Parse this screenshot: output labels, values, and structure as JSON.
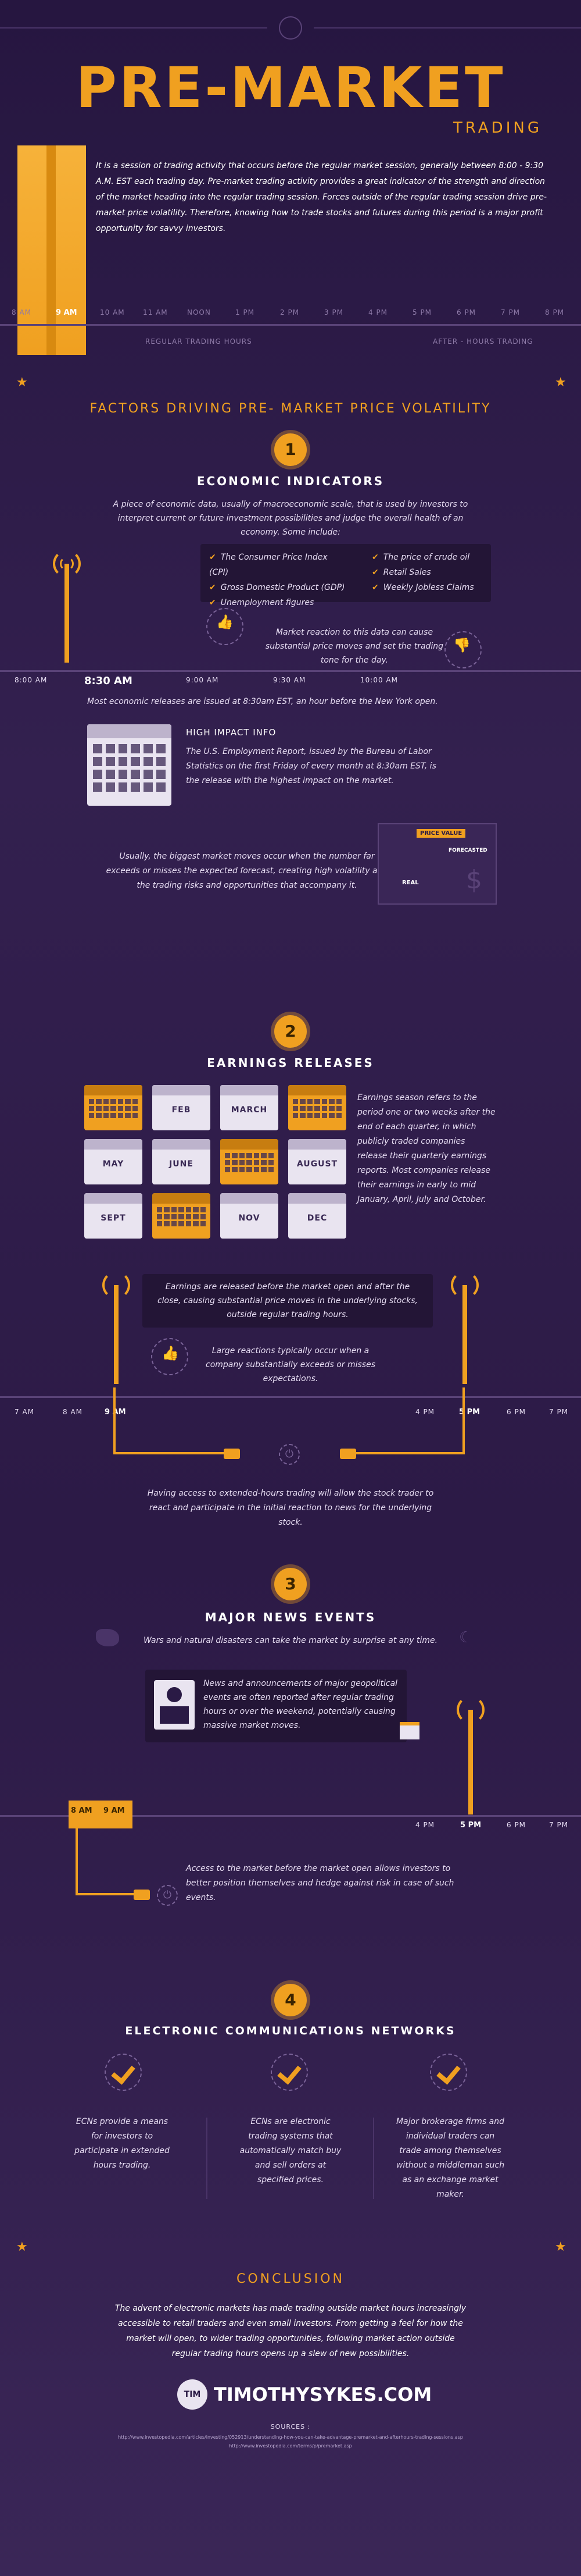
{
  "header": {
    "title": "PRE-MARKET",
    "subtitle": "TRADING",
    "intro": "It is a session of trading activity that occurs before the regular market session, generally between 8:00 - 9:30 A.M. EST each trading day. Pre-market trading activity provides a great indicator of the strength and direction of the market heading into the regular trading session. Forces outside of the regular trading session drive pre-market price volatility. Therefore, knowing how to trade stocks and futures during this period is a major profit opportunity for savvy investors.",
    "timeline_ticks": [
      "8 AM",
      "9 AM",
      "10 AM",
      "11 AM",
      "NOON",
      "1 PM",
      "2 PM",
      "3 PM",
      "4 PM",
      "5 PM",
      "6 PM",
      "7 PM",
      "8 PM"
    ],
    "regular_label": "REGULAR TRADING HOURS",
    "after_label": "AFTER - HOURS TRADING"
  },
  "factors_title": "FACTORS DRIVING PRE- MARKET PRICE VOLATILITY",
  "section1": {
    "number": "1",
    "title": "ECONOMIC INDICATORS",
    "intro": "A piece of economic data, usually of macroeconomic scale, that is used by investors to interpret current or future investment possibilities and judge the overall health of an economy. Some include:",
    "indicators_left": [
      "The Consumer Price Index (CPI)",
      "Gross Domestic Product (GDP)",
      "Unemployment figures"
    ],
    "indicators_right": [
      "The price of crude oil",
      "Retail Sales",
      "Weekly Jobless Claims"
    ],
    "reaction": "Market reaction to this data can cause substantial price moves and set the trading tone for the day.",
    "ticks": [
      "8:00 AM",
      "8:30 AM",
      "9:00 AM",
      "9:30 AM",
      "10:00 AM"
    ],
    "release_note": "Most economic releases are issued at 8:30am EST, an hour before the New York open.",
    "high_impact_title": "HIGH IMPACT INFO",
    "high_impact_text": "The U.S. Employment Report, issued by the Bureau of Labor Statistics on the first Friday of every month at 8:30am EST, is the release with the highest impact on the market.",
    "biggest_moves": "Usually, the biggest market moves occur when the number far exceeds or misses the expected forecast, creating high volatility and the trading risks and opportunities that accompany it.",
    "price_card": {
      "price_value": "PRICE VALUE",
      "forecasted": "FORECASTED",
      "real": "REAL"
    }
  },
  "section2": {
    "number": "2",
    "title": "EARNINGS RELEASES",
    "months_row1": [
      "",
      "FEB",
      "MARCH",
      ""
    ],
    "months_row2": [
      "MAY",
      "JUNE",
      "",
      "AUGUST"
    ],
    "months_row3": [
      "SEPT",
      "",
      "NOV",
      "DEC"
    ],
    "description": "Earnings season refers to the period one or two weeks after the end of each quarter, in which publicly traded companies release their quarterly earnings reports. Most companies release their earnings in early to mid January, April, July and October.",
    "box_text": "Earnings are released before the market open and after the close, causing substantial price moves in the underlying stocks, outside regular trading hours.",
    "reaction": "Large reactions typically occur when a company substantially exceeds or misses expectations.",
    "ticks": [
      "7 AM",
      "8 AM",
      "9 AM",
      "4 PM",
      "5 PM",
      "6 PM",
      "7 PM"
    ],
    "access": "Having access to extended-hours trading will allow the stock trader to react and participate in the initial reaction to news for the underlying stock."
  },
  "section3": {
    "number": "3",
    "title": "MAJOR NEWS EVENTS",
    "intro": "Wars and natural disasters can take the market by surprise at any time.",
    "news_text": "News and announcements of major geopolitical events are often reported after regular trading hours or over the weekend, potentially causing massive market moves.",
    "ticks": [
      "8 AM",
      "9 AM",
      "4 PM",
      "5 PM",
      "6 PM",
      "7 PM"
    ],
    "access": "Access to the market before the market open allows investors to better position themselves and hedge against risk in case of such events."
  },
  "section4": {
    "number": "4",
    "title": "ELECTRONIC COMMUNICATIONS NETWORKS",
    "col1": "ECNs provide a means for investors to participate in extended hours trading.",
    "col2": "ECNs are electronic trading systems that automatically match buy and sell orders at specified prices.",
    "col3": "Major brokerage firms and individual traders can trade among themselves without a middleman such as an exchange market maker."
  },
  "conclusion": {
    "title": "CONCLUSION",
    "text": "The advent of electronic markets has made trading outside market hours increasingly accessible to retail traders and even small investors. From getting a feel for how the market will open, to wider trading opportunities, following market action outside regular trading hours opens up a slew of new possibilities."
  },
  "footer": {
    "brand": "TIMOTHYSYKES.COM",
    "logo_text": "TIM",
    "sources_label": "SOURCES :",
    "source1": "http://www.investopedia.com/articles/investing/052913/understanding-how-you-can-take-advantage-premarket-and-afterhours-trading-sessions.asp",
    "source2": "http://www.investopedia.com/terms/p/premarket.asp"
  },
  "colors": {
    "accent": "#f0a020",
    "background": "#2a1a45"
  }
}
